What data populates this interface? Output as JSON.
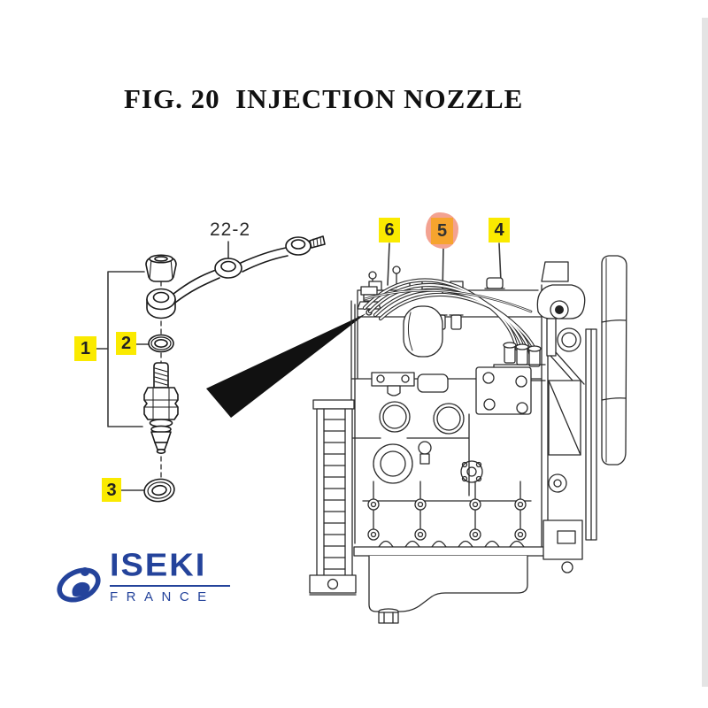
{
  "figure": {
    "title": "FIG. 20  INJECTION NOZZLE"
  },
  "diagram": {
    "sub_assembly_label": "22-2",
    "callouts": {
      "c1": {
        "label": "1",
        "highlight": "yellow"
      },
      "c2": {
        "label": "2",
        "highlight": "yellow"
      },
      "c3": {
        "label": "3",
        "highlight": "yellow"
      },
      "c4": {
        "label": "4",
        "highlight": "yellow"
      },
      "c5": {
        "label": "5",
        "highlight": "orange-marker"
      },
      "c6": {
        "label": "6",
        "highlight": "yellow"
      }
    }
  },
  "logo": {
    "brand": "ISEKI",
    "subtitle": "FRANCE"
  },
  "colors": {
    "highlight_yellow": "#FAEA00",
    "highlight_orange": "#F6A42E",
    "highlight_halo": "#F3A291",
    "logo_blue": "#24439B",
    "line_art": "#222222",
    "scan_strip": "#e4e4e4"
  }
}
